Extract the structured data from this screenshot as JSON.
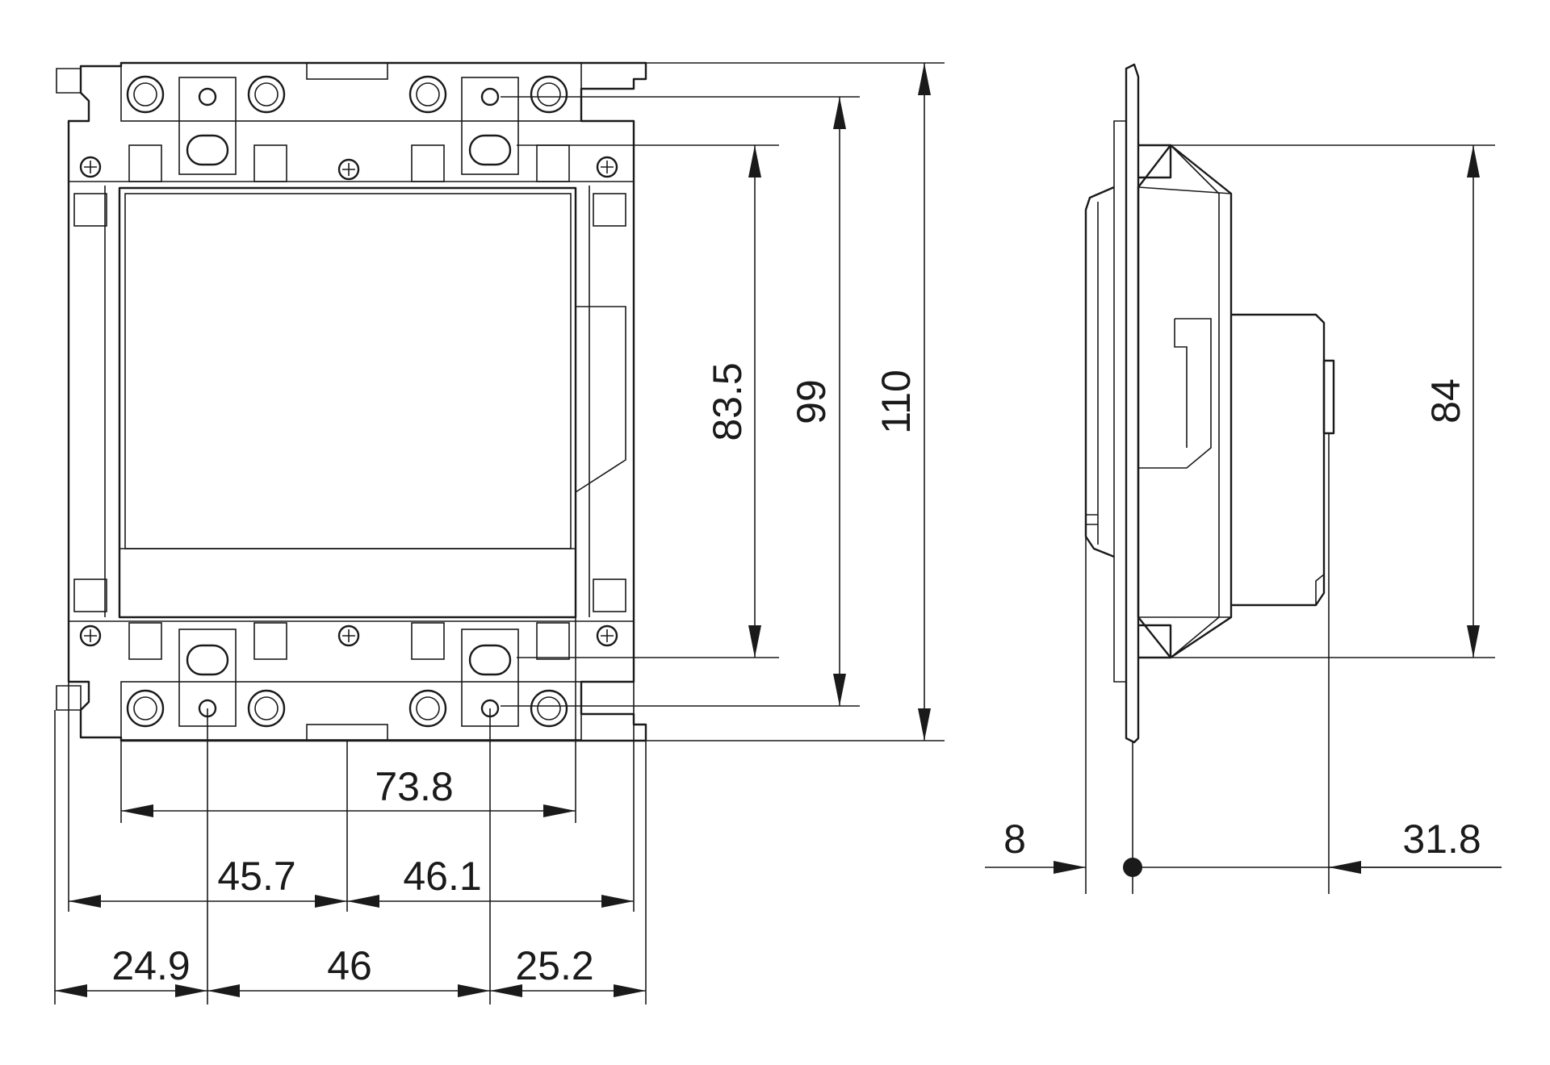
{
  "front_view": {
    "dims": {
      "h_83_5": "83.5",
      "h_99": "99",
      "h_110": "110",
      "w_73_8": "73.8",
      "w_45_7": "45.7",
      "w_46_1": "46.1",
      "w_24_9": "24.9",
      "w_46": "46",
      "w_25_2": "25.2"
    }
  },
  "side_view": {
    "dims": {
      "h_84": "84",
      "d_8": "8",
      "d_31_8": "31.8"
    }
  },
  "colors": {
    "line": "#1a1a1a",
    "background": "#ffffff"
  }
}
